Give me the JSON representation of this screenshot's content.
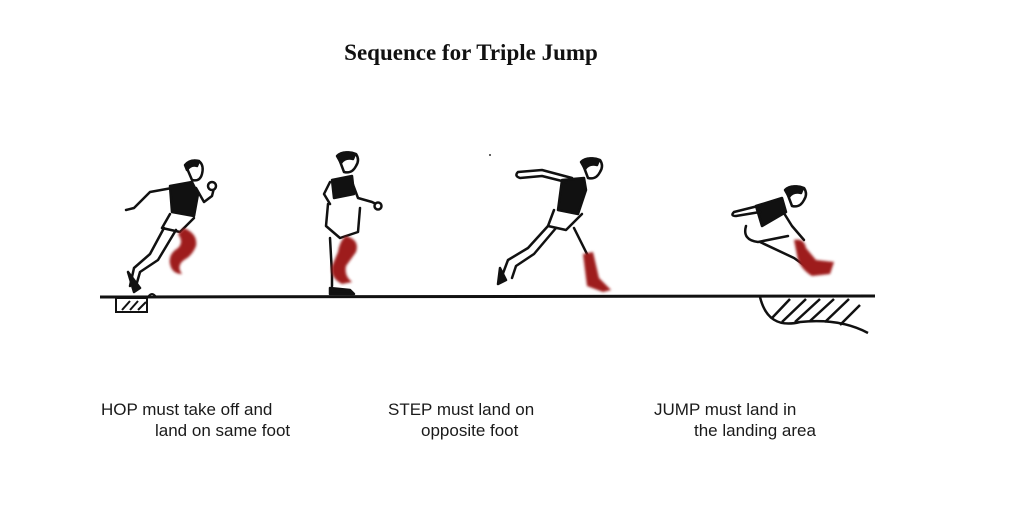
{
  "title": "Sequence for Triple Jump",
  "colors": {
    "ink": "#111111",
    "highlight_leg": "#9e1b1b",
    "background": "#ffffff"
  },
  "phases": [
    {
      "name": "HOP",
      "caption_line1": "HOP must take off and",
      "caption_line2": "land on same foot",
      "highlighted_part": "take-off leg"
    },
    {
      "name": "STEP",
      "caption_line1": "STEP must land on",
      "caption_line2": "opposite foot",
      "highlighted_part": "landing leg"
    },
    {
      "name": "JUMP",
      "caption_line1": "JUMP must land in",
      "caption_line2": "the landing area",
      "highlighted_part": "legs"
    }
  ],
  "elements": {
    "takeoff_board": "take-off board",
    "runway": "runway ground line",
    "landing_pit": "sand landing area"
  }
}
